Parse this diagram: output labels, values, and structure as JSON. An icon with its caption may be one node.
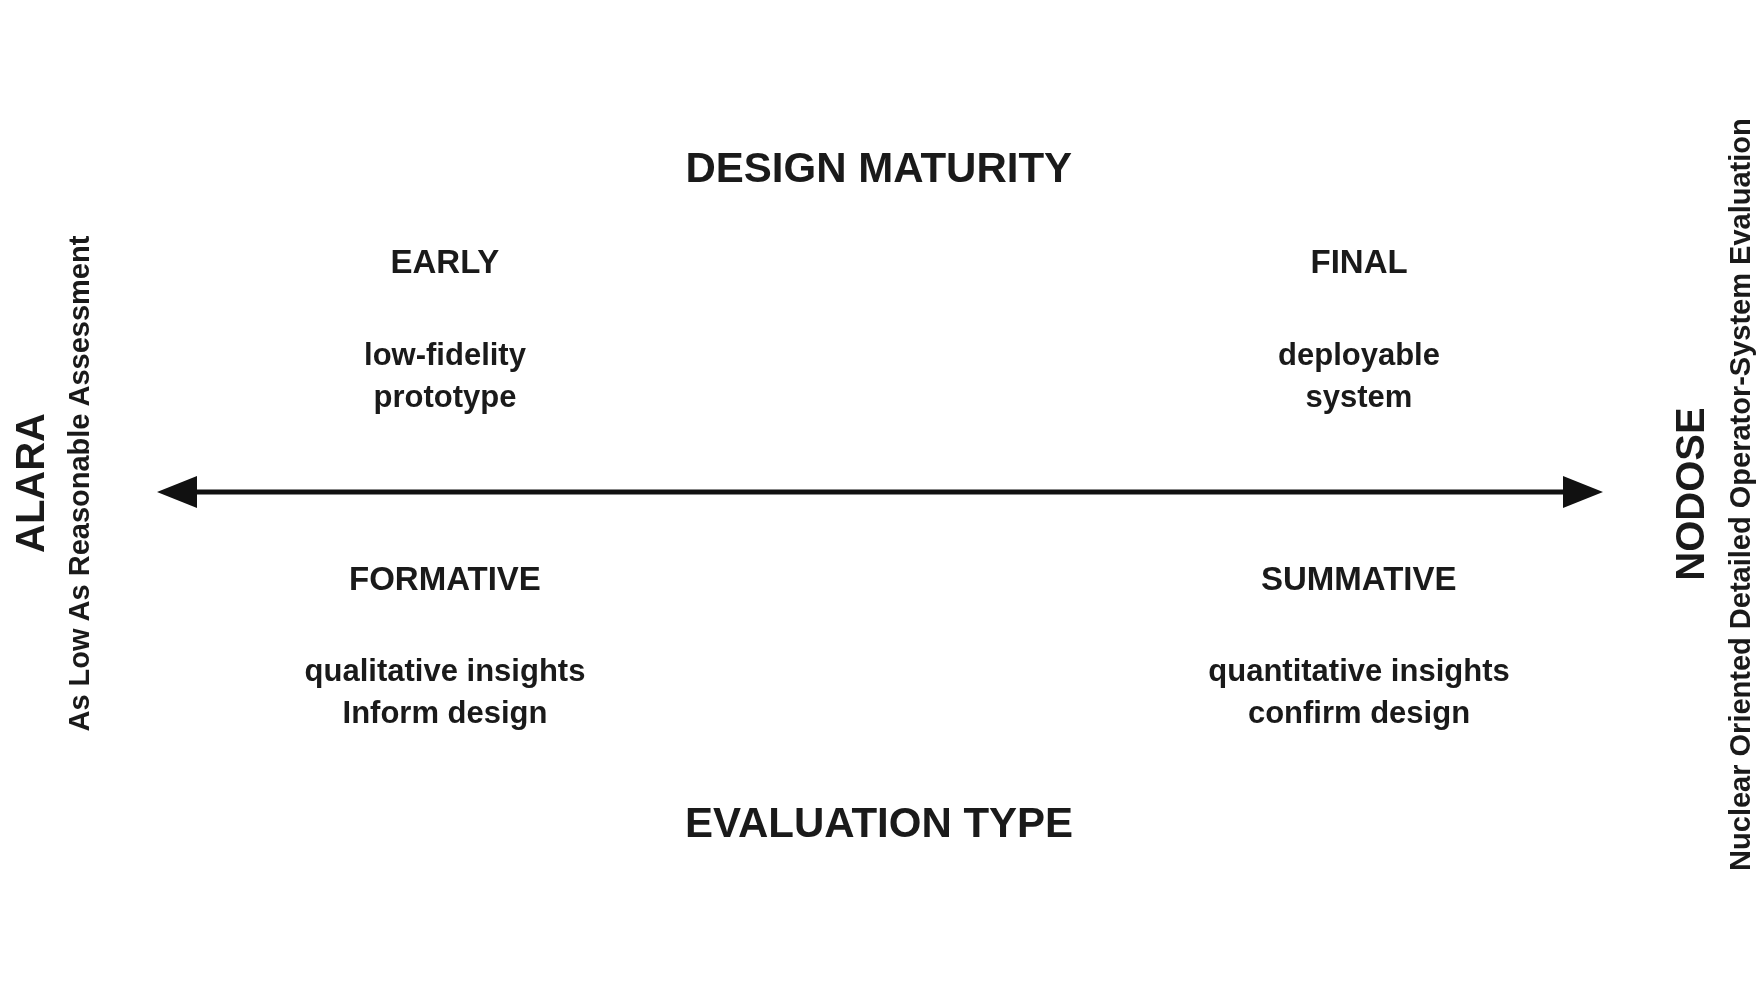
{
  "diagram": {
    "labels": [
      "DESIGN MATURITY",
      "EARLY",
      "FINAL",
      "low-fidelity prototype",
      "deployable system",
      "ALARA",
      "As Low As Reasonable Assessment",
      "NODOSE",
      "Nuclear Oriented Detailed Operator-System Evaluation",
      "FORMATIVE",
      "SUMMATIVE",
      "qualitative insights Inform design",
      "quantitative insights confirm design",
      "EVALUATION TYPE"
    ]
  }
}
